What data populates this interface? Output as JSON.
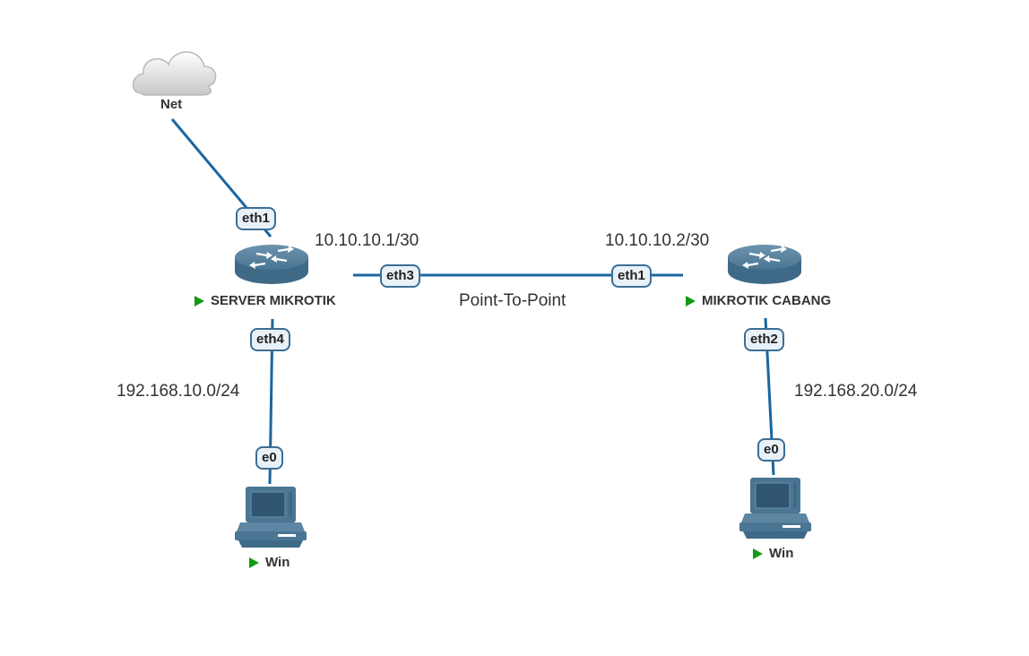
{
  "nodes": {
    "net": {
      "label": "Net",
      "icon": "cloud-icon"
    },
    "server": {
      "label": "SERVER MIKROTIK",
      "icon": "router-icon",
      "status": "running"
    },
    "cabang": {
      "label": "MIKROTIK CABANG",
      "icon": "router-icon",
      "status": "running"
    },
    "pc1": {
      "label": "Win",
      "icon": "computer-icon",
      "status": "running"
    },
    "pc2": {
      "label": "Win",
      "icon": "computer-icon",
      "status": "running"
    }
  },
  "ports": {
    "server_eth1": "eth1",
    "server_eth3": "eth3",
    "server_eth4": "eth4",
    "cabang_eth1": "eth1",
    "cabang_eth2": "eth2",
    "pc1_e0": "e0",
    "pc2_e0": "e0"
  },
  "notes": {
    "server_wan_ip": "10.10.10.1/30",
    "cabang_wan_ip": "10.10.10.2/30",
    "link_label": "Point-To-Point",
    "lan1": "192.168.10.0/24",
    "lan2": "192.168.20.0/24"
  },
  "colors": {
    "link": "#1a66a0",
    "status_running": "#129a12",
    "device_fill": "#4a7593",
    "port_border": "#3c6e95"
  }
}
